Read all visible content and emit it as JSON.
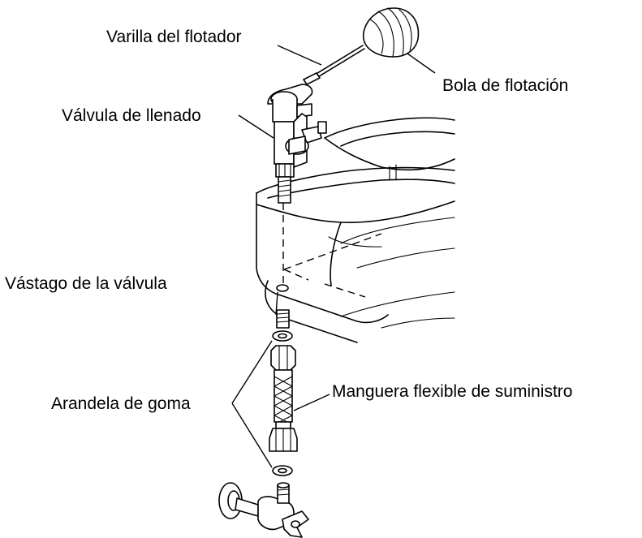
{
  "labels": {
    "float_rod": "Varilla del flotador",
    "float_ball": "Bola de flotación",
    "fill_valve": "Válvula de llenado",
    "valve_stem": "Vástago de la válvula",
    "rubber_washer": "Arandela de goma",
    "supply_hose": "Manguera flexible de suministro"
  }
}
